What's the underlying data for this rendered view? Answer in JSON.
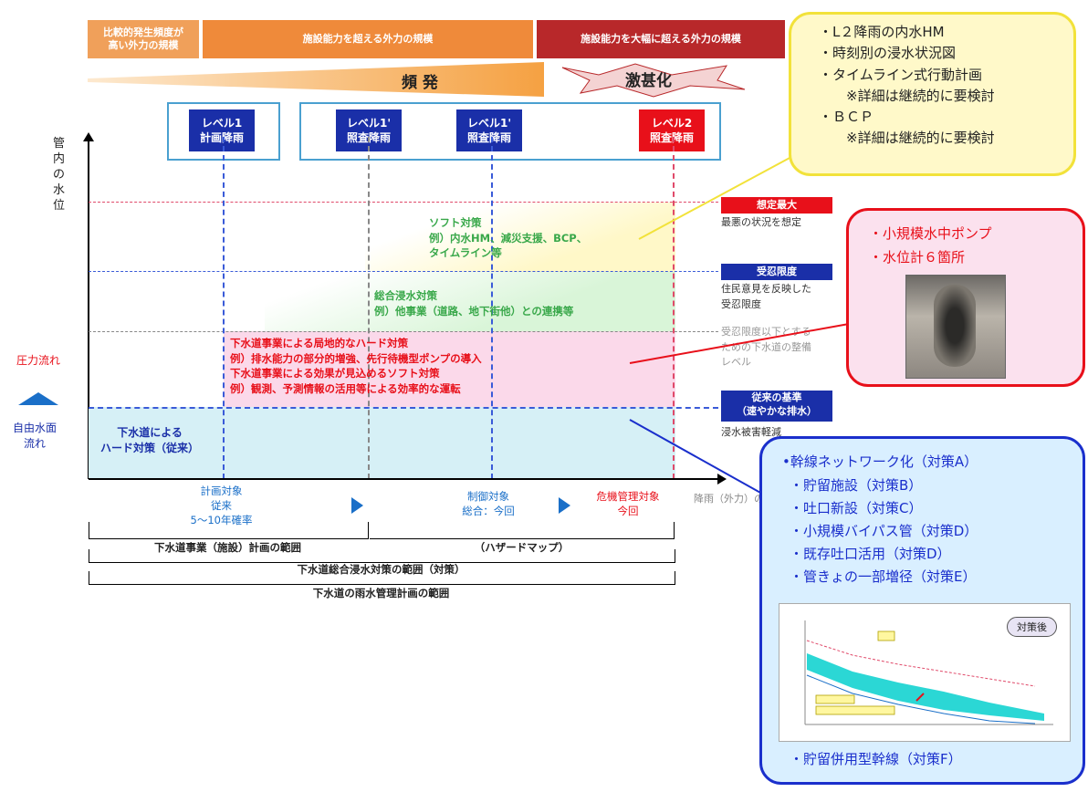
{
  "header": {
    "cat1": "比較的発生頻度が\n高い外力の規模",
    "cat2": "施設能力を超える外力の規模",
    "cat3": "施設能力を大幅に超える外力の規模",
    "freq": "頻 発",
    "severe": "激甚化"
  },
  "levels": [
    {
      "l1": "レベル1",
      "l2": "計画降雨",
      "color": "#1a2fa8"
    },
    {
      "l1": "レベル1'",
      "l2": "照査降雨",
      "color": "#1a2fa8"
    },
    {
      "l1": "レベル1'",
      "l2": "照査降雨",
      "color": "#1a2fa8"
    },
    {
      "l1": "レベル2",
      "l2": "照査降雨",
      "color": "#e8101a"
    }
  ],
  "axis": {
    "y_label": "管内の水位",
    "pressure": "圧力流れ",
    "free": "自由水面\n流れ"
  },
  "bands": {
    "soft": "ソフト対策\n例）内水HM、減災支援、BCP、\nタイムライン等",
    "integrated": "総合浸水対策\n例）他事業（道路、地下街他）との連携等",
    "hard_local": "下水道事業による局地的なハード対策\n例）排水能力の部分的増強、先行待機型ポンプの導入\n下水道事業による効果が見込めるソフト対策\n例）観測、予測情報の活用等による効率的な運転",
    "sewer_hard": "下水道による\nハード対策（従来）"
  },
  "right_labels": [
    {
      "badge": "想定最大",
      "text": "最悪の状況を想定",
      "color": "#e8101a"
    },
    {
      "badge": "受忍限度",
      "text": "住民意見を反映した\n受忍限度",
      "color": "#1a2fa8"
    },
    {
      "badge": "",
      "text": "受忍限度以下とする\nための下水道の整備\nレベル",
      "color": ""
    },
    {
      "badge": "従来の基準\n（速やかな排水）",
      "text": "浸水被害軽減",
      "color": "#1a2fa8"
    }
  ],
  "bottom": {
    "plan": "計画対象\n従来\n5～10年確率",
    "control": "制御対象\n総合：今回",
    "crisis": "危機管理対象\n今回",
    "rain_axis": "降雨（外力）の大きさ",
    "range1": "下水道事業（施設）計画の範囲",
    "range1b": "（ハザードマップ）",
    "range2": "下水道総合浸水対策の範囲（対策）",
    "range3": "下水道の雨水管理計画の範囲"
  },
  "callout_yellow": [
    "・L２降雨の内水HM",
    "・時刻別の浸水状況図",
    "・タイムライン式行動計画",
    "　　※詳細は継続的に要検討",
    "・ＢＣＰ",
    "　　※詳細は継続的に要検討"
  ],
  "callout_red": [
    "・小規模水中ポンプ",
    "・水位計６箇所"
  ],
  "callout_blue": [
    "•幹線ネットワーク化（対策A）",
    "・貯留施設（対策B）",
    "・吐口新設（対策C）",
    "・小規模バイパス管（対策D）",
    "・既存吐口活用（対策D）",
    "・管きょの一部増径（対策E）",
    "・貯留併用型幹線（対策F）"
  ],
  "mini_chart": {
    "badge": "対策後"
  },
  "colors": {
    "orange": "#ef8a3a",
    "dark_red": "#b8282a",
    "blue": "#1a2fa8",
    "red": "#e8101a",
    "green": "#39a84a"
  }
}
